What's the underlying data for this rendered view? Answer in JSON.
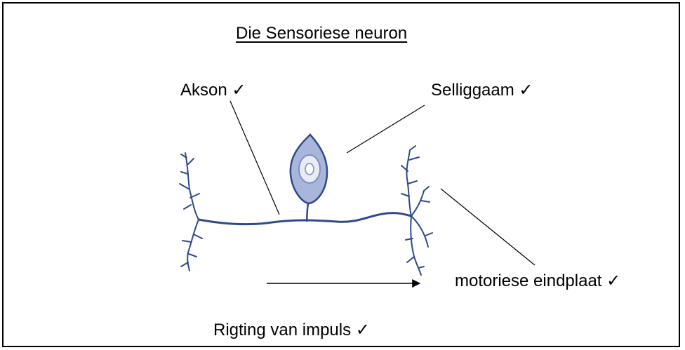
{
  "title": "Die Sensoriese neuron",
  "labels": {
    "akson": "Akson ✓",
    "selliggaam": "Selliggaam ✓",
    "motoriese_eindplaat": "motoriese eindplaat ✓",
    "rigting": "Rigting van impuls ✓"
  },
  "colors": {
    "neuron_stroke": "#2f4a8a",
    "cell_body_fill": "#a9b6dc",
    "nucleus_ring": "#e9ecf5",
    "pointer_line": "#000000"
  }
}
